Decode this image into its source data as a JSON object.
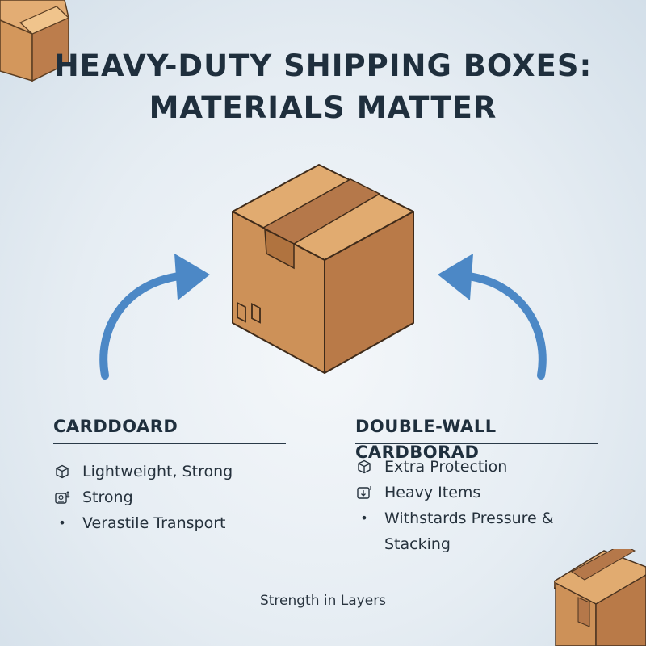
{
  "title": {
    "line1": "HEAVY-DUTY SHIPPING BOXES:",
    "line2": "MATERIALS MATTER"
  },
  "left": {
    "heading": "CARDDOARD",
    "items": [
      {
        "icon": "box-icon",
        "text": "Lightweight, Strong"
      },
      {
        "icon": "weight-icon",
        "text": "Strong"
      },
      {
        "icon": "bullet",
        "text": "Verastile Transport"
      }
    ]
  },
  "right": {
    "heading": "DOUBLE-WALL CARDBORAD",
    "items": [
      {
        "icon": "box-icon",
        "text": "Extra Protection"
      },
      {
        "icon": "heavy-items-icon",
        "text": "Heavy Items"
      },
      {
        "icon": "bullet",
        "text": "Withstards Pressure & Stacking"
      }
    ]
  },
  "footer": "Strength in Layers",
  "colors": {
    "cardboard_top": "#e1ab70",
    "cardboard_left": "#cd9158",
    "cardboard_right": "#b8794a",
    "tape": "#b5784a",
    "arrow": "#4c88c6",
    "text": "#1f2f3d"
  }
}
